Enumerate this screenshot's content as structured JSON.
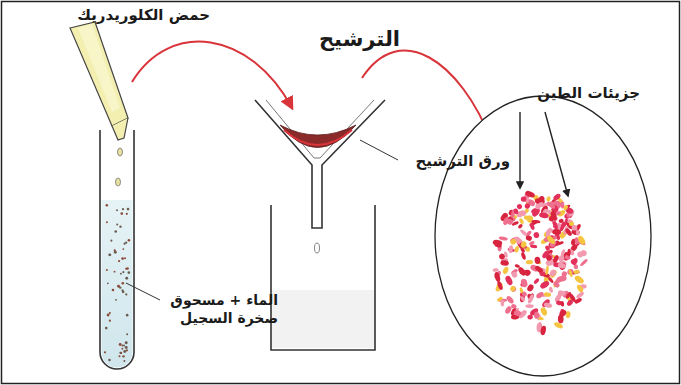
{
  "diagram": {
    "labels": [
      "حمض الكلوريدريك",
      "الترشيح",
      "جزيئات الطين",
      "ورق الترشيح",
      "الماء + مسحوق صخرة السجيل"
    ]
  }
}
